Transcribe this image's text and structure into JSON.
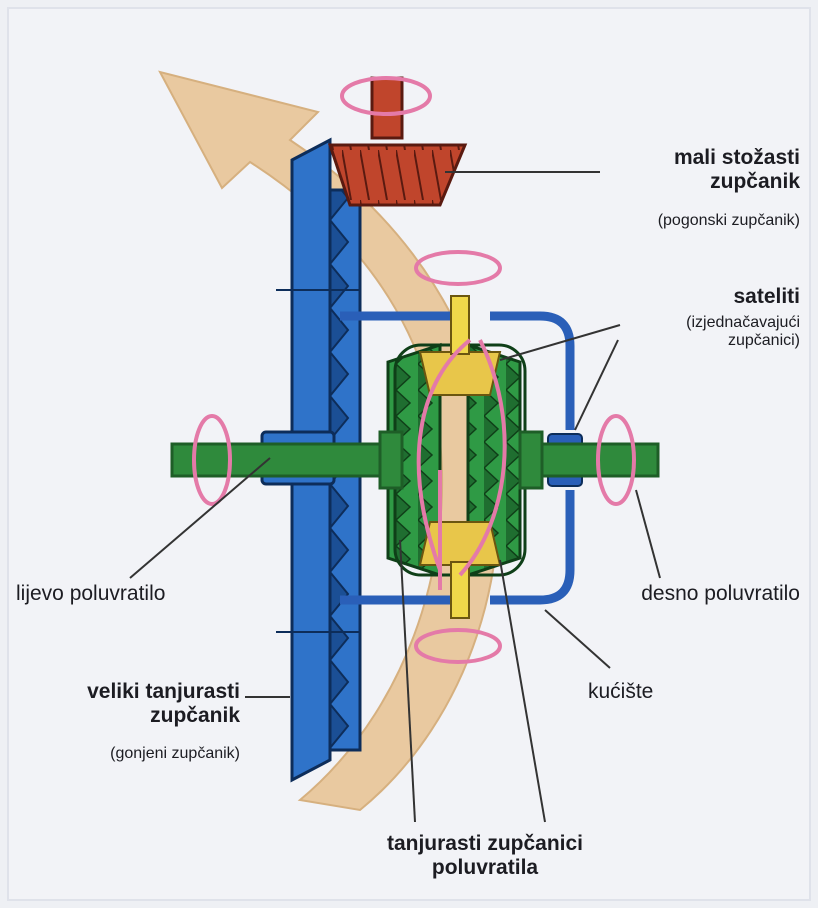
{
  "labels": {
    "drive_pinion_title": "mali stožasti zupčanik",
    "drive_pinion_line1": "mali stožasti",
    "drive_pinion_line2": "zupčanik",
    "drive_pinion_note": "(pogonski zupčanik)",
    "satellites_title": "sateliti",
    "satellites_note_line1": "(izjednačavajući",
    "satellites_note_line2": "zupčanici)",
    "left_half_shaft": "lijevo poluvratilo",
    "right_half_shaft": "desno poluvratilo",
    "housing": "kućište",
    "ring_gear_line1": "veliki tanjurasti",
    "ring_gear_line2": "zupčanik",
    "ring_gear_note": "(gonjeni zupčanik)",
    "side_gears_line1": "tanjurasti zupčanici",
    "side_gears_line2": "poluvratila"
  },
  "colors": {
    "ring_gear": "#2f73c9",
    "ring_gear_dark": "#1b4f95",
    "pinion": "#c0452c",
    "pinion_dark": "#7a2a1a",
    "shaft": "#2f8a3c",
    "shaft_dark": "#1e5e27",
    "side_gears": "#2f9a45",
    "satellites": "#e8c64a",
    "flow_arrow": "#e9c9a0",
    "rotation_arrows": "#e47aa8",
    "housing": "#2a5fb8",
    "leader_lines": "#333333"
  },
  "icons": [
    "rotation-arrow-icon",
    "torque-flow-arrow-icon"
  ]
}
